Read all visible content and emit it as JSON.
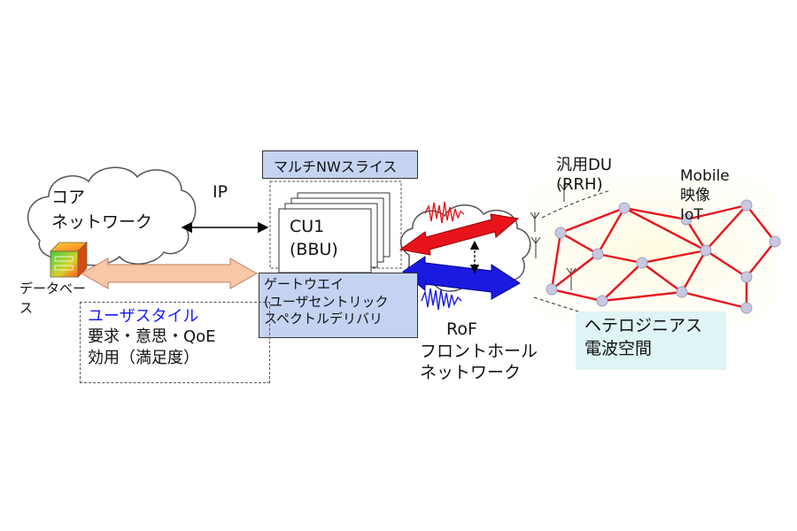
{
  "core_network": {
    "line1": "コア",
    "line2": "ネットワーク"
  },
  "database_label": {
    "line1": "データベー",
    "line2": "ス"
  },
  "ip_label": "IP",
  "slice_box_label": "マルチNWスライス",
  "cu_box": {
    "line1": "CU1",
    "line2": "(BBU)"
  },
  "gateway_box": {
    "line1": "ゲートウエイ",
    "line2": "(ユーザセントリック",
    "line3": "スペクトルデリバリ"
  },
  "user_style": {
    "title": "ユーザスタイル",
    "line1": "要求・意思・QoE",
    "line2": "効用（満足度）"
  },
  "rof": {
    "line1": "RoF",
    "line2": "フロントホール",
    "line3": "ネットワーク"
  },
  "du_label": {
    "line1": "汎用DU",
    "line2": "(RRH)"
  },
  "apps_label": {
    "line1": "Mobile",
    "line2": "映像",
    "line3": "IoT"
  },
  "hetero_box": {
    "line1": "ヘテロジニアス",
    "line2": "電波空間"
  },
  "colors": {
    "mesh_link": "#e8141c",
    "mesh_node": "#c8c8e0",
    "upper_arrow": "#e8141c",
    "lower_arrow": "#1a1ae0",
    "db_arrow_fill": "#f8c7a6",
    "gateway_fill": "#c5d3f3",
    "hetero_fill": "#dff4f4",
    "user_style_title": "#1a1aff"
  }
}
